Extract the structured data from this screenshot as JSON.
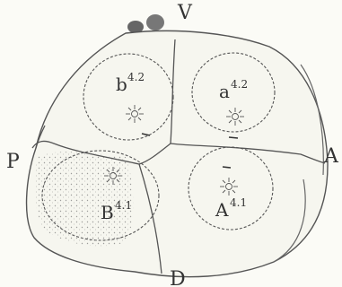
{
  "figure": {
    "orientation": {
      "top": "V",
      "left": "P",
      "right": "A",
      "bottom": "D"
    },
    "cells": [
      {
        "id": "b42",
        "letter": "b",
        "superscript": "4.2"
      },
      {
        "id": "a42",
        "letter": "a",
        "superscript": "4.2"
      },
      {
        "id": "B41",
        "letter": "B",
        "superscript": "4.1"
      },
      {
        "id": "A41",
        "letter": "A",
        "superscript": "4.1"
      }
    ]
  }
}
